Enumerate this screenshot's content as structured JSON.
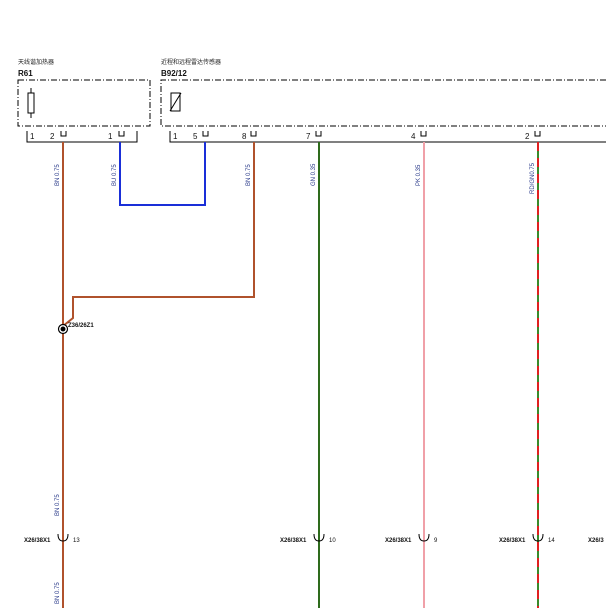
{
  "components": {
    "r61": {
      "title": "天线谐加热器",
      "id": "R61",
      "pins": [
        "1",
        "2",
        "1"
      ]
    },
    "b92": {
      "title": "近程和远程雷达传感器",
      "id": "B92/12",
      "pins": [
        "1",
        "5",
        "8",
        "7",
        "4",
        "2"
      ]
    }
  },
  "wires": {
    "w1": "BN 0.75",
    "w2": "BU 0.75",
    "w3": "BN 0.75",
    "w4": "GN 0.35",
    "w5": "PK 0.35",
    "w6": "RD/GN0.75",
    "w1_lower": "BN 0.75",
    "w1_bottom": "BN 0.75"
  },
  "splice": {
    "label": "Z36/26Z1"
  },
  "connectors": [
    {
      "name": "X26/38X1",
      "pin": "13"
    },
    {
      "name": "X26/38X1",
      "pin": "10"
    },
    {
      "name": "X26/38X1",
      "pin": "9"
    },
    {
      "name": "X26/38X1",
      "pin": "14"
    },
    {
      "name": "X26/3",
      "pin": ""
    }
  ],
  "colors": {
    "brown": "#b0522c",
    "blue": "#1a2fd8",
    "green": "#2e6b1c",
    "pink": "#f0a0a8",
    "red": "#e02020",
    "green_stripe": "#3a8a2a"
  }
}
